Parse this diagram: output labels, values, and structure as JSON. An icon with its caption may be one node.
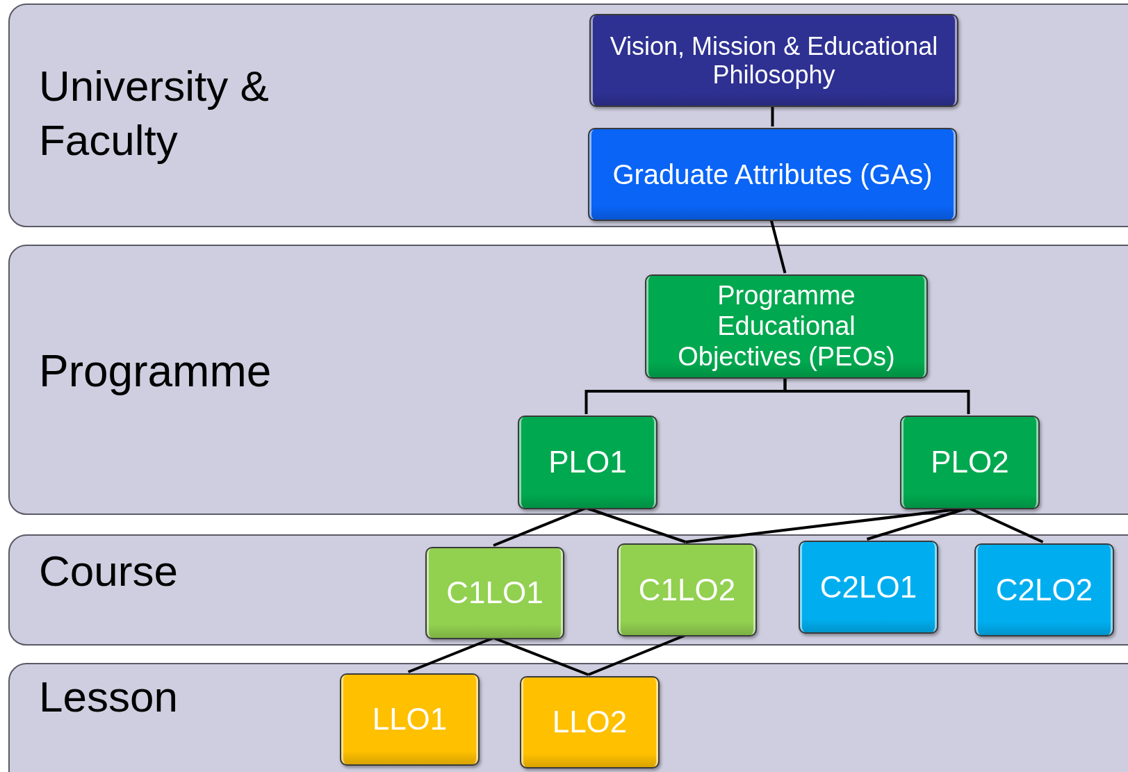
{
  "diagram": {
    "nodes": [
      {
        "text": [
          "University & Faculty"
        ]
      },
      {
        "text": [
          "Vision, Mission & Educational Philosophy"
        ],
        "in": 0
      },
      {
        "text": [
          "Graduate Attributes (GAs)"
        ],
        "in": 0
      },
      {
        "text": [
          "Programme"
        ]
      },
      {
        "text": [
          "Programme Educational Objectives (PEOs)"
        ],
        "in": 3
      },
      {
        "text": [
          "PLO1"
        ],
        "in": 3
      },
      {
        "text": [
          "PLO2"
        ],
        "in": 3
      },
      {
        "text": [
          "Course"
        ]
      },
      {
        "text": [
          "C1LO1"
        ],
        "in": 7
      },
      {
        "text": [
          "C1LO2"
        ],
        "in": 7
      },
      {
        "text": [
          "C2LO1"
        ],
        "in": 7
      },
      {
        "text": [
          "C2LO2"
        ],
        "in": 7
      },
      {
        "text": [
          "Lesson"
        ]
      },
      {
        "text": [
          "LLO1"
        ],
        "in": 12
      },
      {
        "text": [
          "LLO2"
        ],
        "in": 12
      }
    ],
    "edges": [
      {
        "from": 1,
        "to": 2,
        "arrow": "none"
      },
      {
        "from": 2,
        "to": 4,
        "arrow": "none"
      },
      {
        "from": 4,
        "to": 5,
        "arrow": "none"
      },
      {
        "from": 4,
        "to": 6,
        "arrow": "none"
      },
      {
        "from": 5,
        "to": 8,
        "arrow": "none"
      },
      {
        "from": 5,
        "to": 9,
        "arrow": "none"
      },
      {
        "from": 6,
        "to": 9,
        "arrow": "none"
      },
      {
        "from": 6,
        "to": 10,
        "arrow": "none"
      },
      {
        "from": 6,
        "to": 11,
        "arrow": "none"
      },
      {
        "from": 8,
        "to": 13,
        "arrow": "none"
      },
      {
        "from": 8,
        "to": 14,
        "arrow": "none"
      },
      {
        "from": 9,
        "to": 14,
        "arrow": "none"
      }
    ]
  }
}
